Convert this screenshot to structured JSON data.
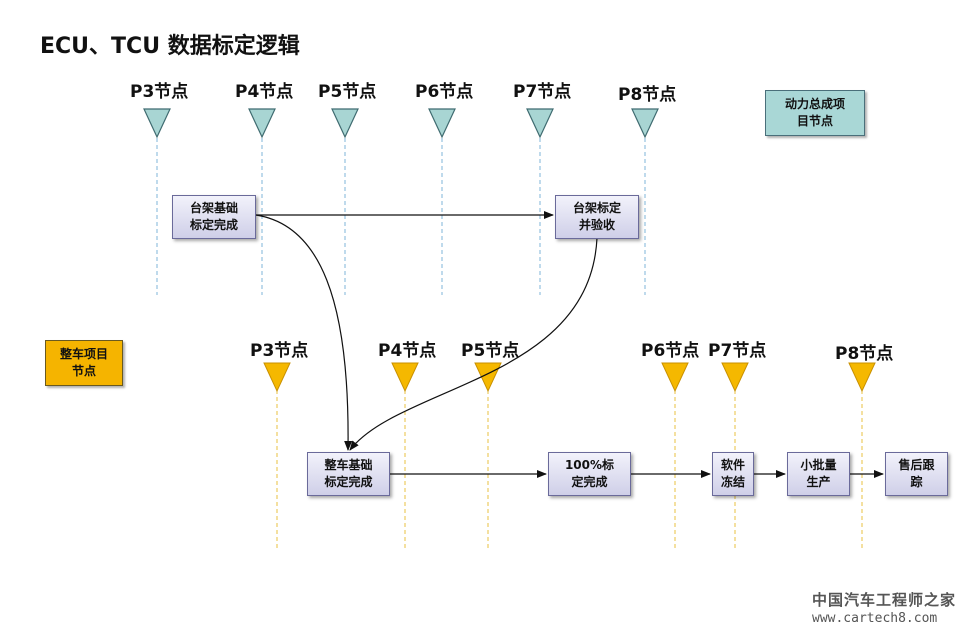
{
  "title": "ECU、TCU 数据标定逻辑",
  "legend": {
    "powertrain": "动力总成项\n目节点",
    "vehicle": "整车项目\n节点"
  },
  "powertrain_milestones": [
    "P3节点",
    "P4节点",
    "P5节点",
    "P6节点",
    "P7节点",
    "P8节点"
  ],
  "vehicle_milestones": [
    "P3节点",
    "P4节点",
    "P5节点",
    "P6节点",
    "P7节点",
    "P8节点"
  ],
  "colors": {
    "powertrain": "#a8d5d3",
    "vehicle": "#f5b800",
    "box_top": "#f2f2fb",
    "box_bottom": "#cfcfe8"
  },
  "boxes": {
    "bench_basic": "台架基础\n标定完成",
    "bench_accept": "台架标定\n并验收",
    "vehicle_basic": "整车基础\n标定完成",
    "full_calib": "100%标\n定完成",
    "sw_freeze": "软件\n冻结",
    "small_batch": "小批量\n生产",
    "after_sales": "售后跟\n踪"
  },
  "watermark": {
    "site_name": "中国汽车工程师之家",
    "url": "www.cartech8.com"
  }
}
